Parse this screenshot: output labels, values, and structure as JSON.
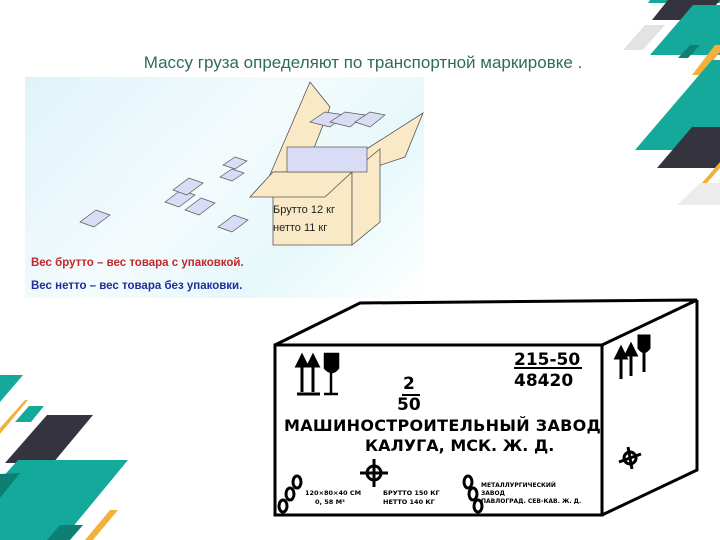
{
  "slide": {
    "title": "Массу груза определяют по транспортной маркировке .",
    "photo": {
      "box_label_gross": "Брутто 12 кг",
      "box_label_net": "нетто 11 кг",
      "definition_gross": "Вес брутто – вес товара с упаковкой.",
      "definition_net": "Вес нетто – вес товара без упаковки."
    },
    "marking": {
      "fraction_top": "2",
      "fraction_bottom": "50",
      "code_top": "215-50",
      "code_bottom": "48420",
      "line1": "МАШИНОСТРОИТЕЛЬНЫЙ ЗАВОД",
      "line2": "КАЛУГА, МСК. Ж. Д.",
      "dimensions": "120×80×40 СМ",
      "volume": "0, 58 М³",
      "gross": "БРУТТО 150 КГ",
      "net": "НЕТТО 140 КГ",
      "sender1": "МЕТАЛЛУРГИЧЕСКИЙ",
      "sender2": "ЗАВОД",
      "sender3": "ПАВЛОГРАД. СЕВ-КАВ. Ж. Д."
    }
  },
  "colors": {
    "teal": "#14a99a",
    "dark": "#35333d",
    "orange": "#f3b13b",
    "grey": "#e3e3e3",
    "title": "#2e6b5e"
  }
}
